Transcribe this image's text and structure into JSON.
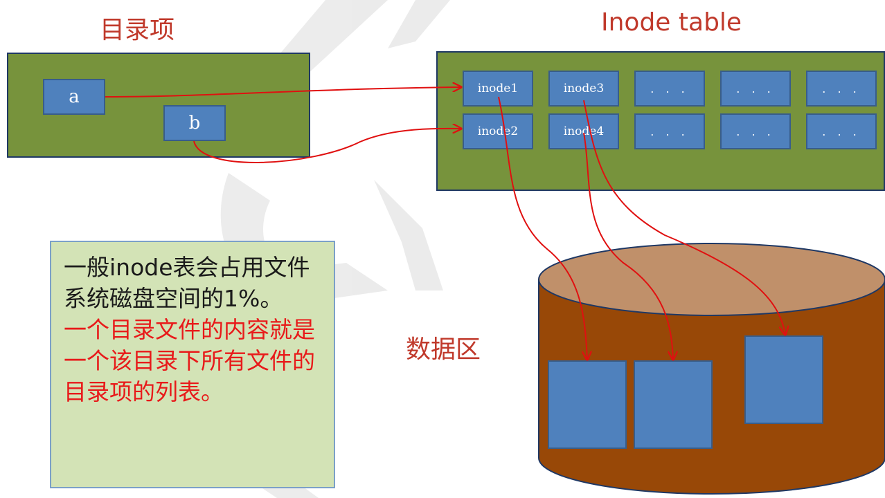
{
  "titles": {
    "directory": "目录项",
    "inode_table": "Inode table",
    "data_area": "数据区"
  },
  "directory_entries": [
    "a",
    "b"
  ],
  "inode_table": {
    "row1": [
      "inode1",
      "inode3",
      ". . .",
      ". . .",
      ". . ."
    ],
    "row2": [
      "inode2",
      "inode4",
      ". . .",
      ". . .",
      ". . ."
    ]
  },
  "note": {
    "black": "一般inode表会占用文件系统磁盘空间的1%。",
    "red": "一个目录文件的内容就是一个该目录下所有文件的目录项的列表。"
  },
  "colors": {
    "panel": "#77933c",
    "box": "#4f81bd",
    "cylinder": "#984807",
    "cylinder_top": "#c0906a",
    "arrow": "#e01010",
    "title": "#c0392b"
  },
  "connections": [
    {
      "from": "a",
      "to": "inode1"
    },
    {
      "from": "b",
      "to": "inode2"
    },
    {
      "from": "inode1",
      "to": "data-block-1"
    },
    {
      "from": "inode4",
      "to": "data-block-2"
    },
    {
      "from": "inode3",
      "to": "data-block-3"
    }
  ]
}
